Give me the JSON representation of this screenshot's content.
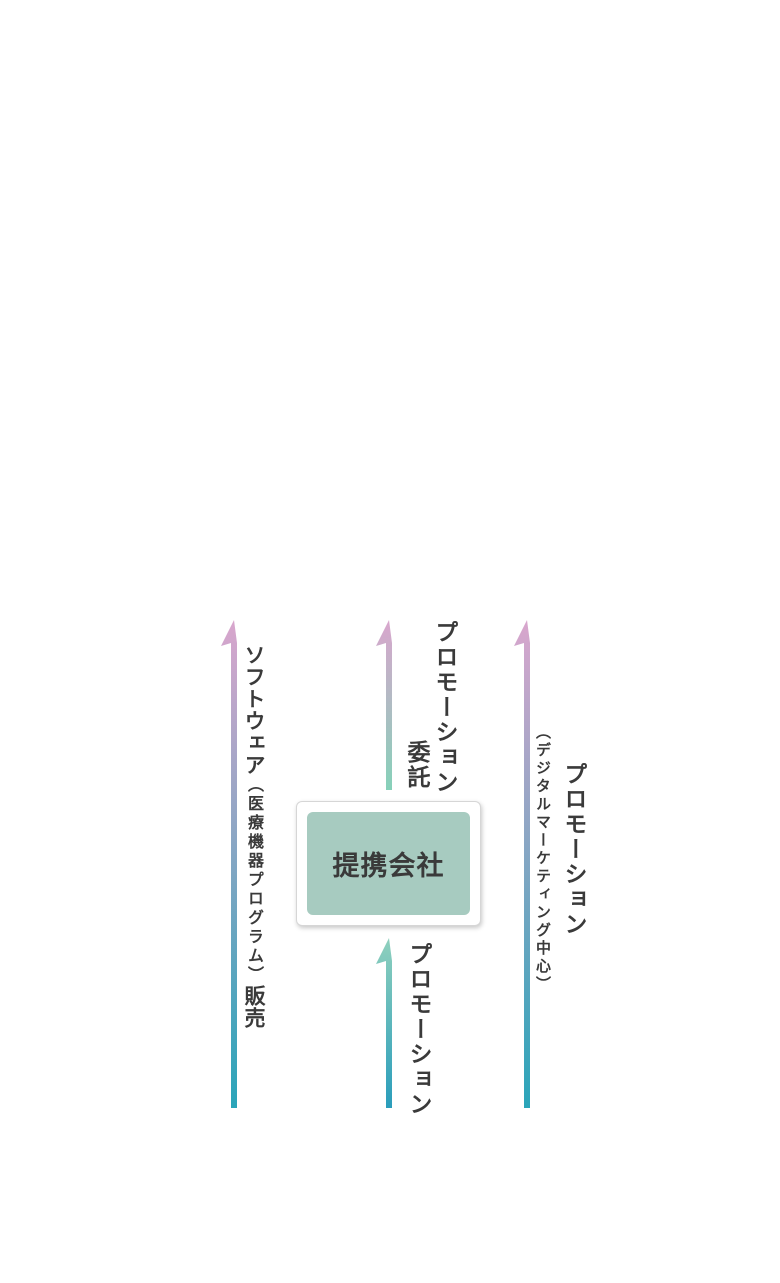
{
  "partner": {
    "label": "提携会社",
    "fill_color": "#a7cbc0"
  },
  "labels": {
    "software": "ソフトウェア",
    "software_detail": "（医療機器プログラム）",
    "software_suffix": "販売",
    "promotion": "プロモーション",
    "itaku": "委託",
    "digital_note": "（デジタルマーケティング中心）"
  },
  "colors": {
    "arrow_top": "#d9a6cd",
    "arrow_bottom": "#2aa5b9",
    "short_arrow_top": "#8fd0bd",
    "text": "#3a3a3a"
  }
}
